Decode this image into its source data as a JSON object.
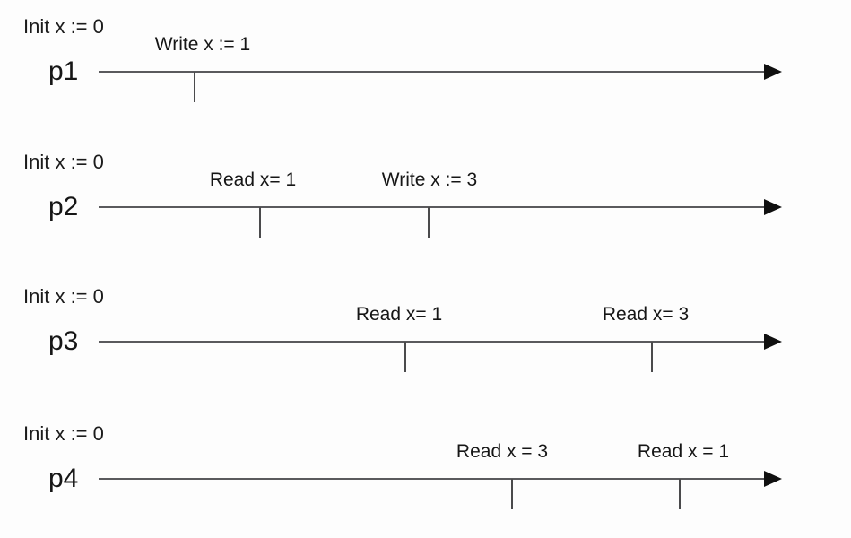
{
  "colors": {
    "background": "#fdfdfd",
    "axis": "#5a5a5d",
    "tick": "#4a4a4c",
    "arrowhead": "#101010",
    "text": "#1b1b1b"
  },
  "rows": [
    {
      "name": "p1",
      "init_label": "Init x := 0",
      "events": [
        {
          "label": "Write x := 1"
        }
      ]
    },
    {
      "name": "p2",
      "init_label": "Init x := 0",
      "events": [
        {
          "label": "Read x= 1"
        },
        {
          "label": "Write x := 3"
        }
      ]
    },
    {
      "name": "p3",
      "init_label": "Init x := 0",
      "events": [
        {
          "label": "Read x= 1"
        },
        {
          "label": "Read x= 3"
        }
      ]
    },
    {
      "name": "p4",
      "init_label": "Init x := 0",
      "events": [
        {
          "label": "Read x = 3"
        },
        {
          "label": "Read x = 1"
        }
      ]
    }
  ]
}
